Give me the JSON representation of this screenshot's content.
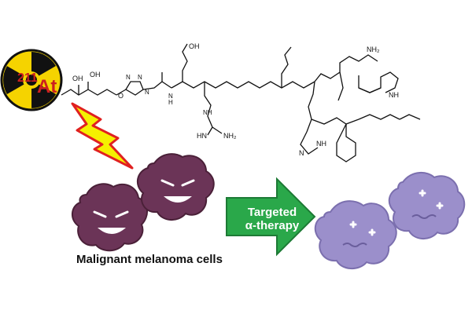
{
  "hazard_badge": {
    "mass_number": "211",
    "element": "At",
    "colors": {
      "fill": "#f5d300",
      "outline": "#111111",
      "label": "#cc1f1f"
    }
  },
  "linker_labels": {
    "hydroxyl_left": "OH",
    "hydroxyl_right": "OH",
    "ether_o": "O",
    "triazole_n1": "N",
    "triazole_n2": "N",
    "triazole_n3": "N"
  },
  "peptide_labels": {
    "glu_acid": "OH",
    "amide_nh_1": "H",
    "amide_nh_1n": "N",
    "arg_guanidino": "HN",
    "arg_nh2": "NH₂",
    "arg_nh": "NH",
    "amide_nh2": "NH₂",
    "trp_nh": "NH",
    "his_n": "N",
    "his_nh": "NH"
  },
  "lightning": {
    "colors": {
      "fill": "#f5f000",
      "stroke": "#e02020"
    }
  },
  "malignant_cells": {
    "colors": {
      "body": "#6b3457",
      "shade": "#4a2038",
      "face": "#ffffff"
    }
  },
  "treated_cells": {
    "colors": {
      "body": "#9b8fcb",
      "shade": "#7b6fae",
      "sparkle": "#ffffff"
    }
  },
  "arrow": {
    "label_line1": "Targeted",
    "label_line2": "α-therapy",
    "colors": {
      "fill": "#2aa84a",
      "stroke": "#1d7a35"
    }
  },
  "caption": "Malignant melanoma cells"
}
